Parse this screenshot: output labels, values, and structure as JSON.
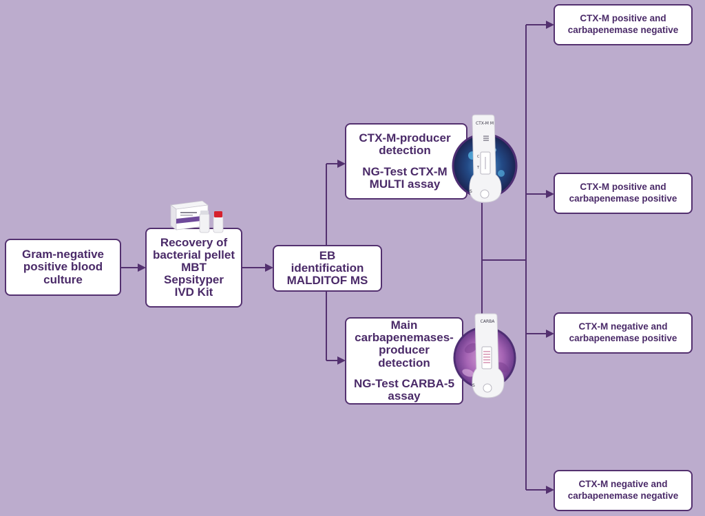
{
  "nodes": {
    "start": [
      "Gram-negative",
      "positive blood",
      "culture"
    ],
    "recovery": [
      "Recovery of",
      "bacterial pellet",
      "MBT",
      "Sepsityper",
      "IVD Kit"
    ],
    "eb": [
      "EB",
      "identification",
      "MALDITOF MS"
    ],
    "ctxm": {
      "detection": [
        "CTX-M-producer",
        "detection"
      ],
      "assay": [
        "NG-Test CTX-M",
        "MULTI assay"
      ]
    },
    "carba": {
      "detection": [
        "Main",
        "carbapenemases-",
        "producer",
        "detection"
      ],
      "assay": [
        "NG-Test CARBA-5",
        "assay"
      ]
    }
  },
  "outcomes": [
    [
      "CTX-M positive and",
      "carbapenemase negative"
    ],
    [
      "CTX-M positive and",
      "carbapenemase positive"
    ],
    [
      "CTX-M negative and",
      "carbapenemase positive"
    ],
    [
      "CTX-M negative and",
      "carbapenemase negative"
    ]
  ],
  "cassettes": {
    "ctxm": {
      "label": "CTX-M M",
      "c_mark": "C",
      "t_mark": "T",
      "s_mark": "S"
    },
    "carba": {
      "label": "CARBA",
      "s_mark": "S"
    }
  },
  "colors": {
    "background": "#bcaccd",
    "line": "#53306f",
    "text": "#4a2a68",
    "box": "#ffffff"
  }
}
